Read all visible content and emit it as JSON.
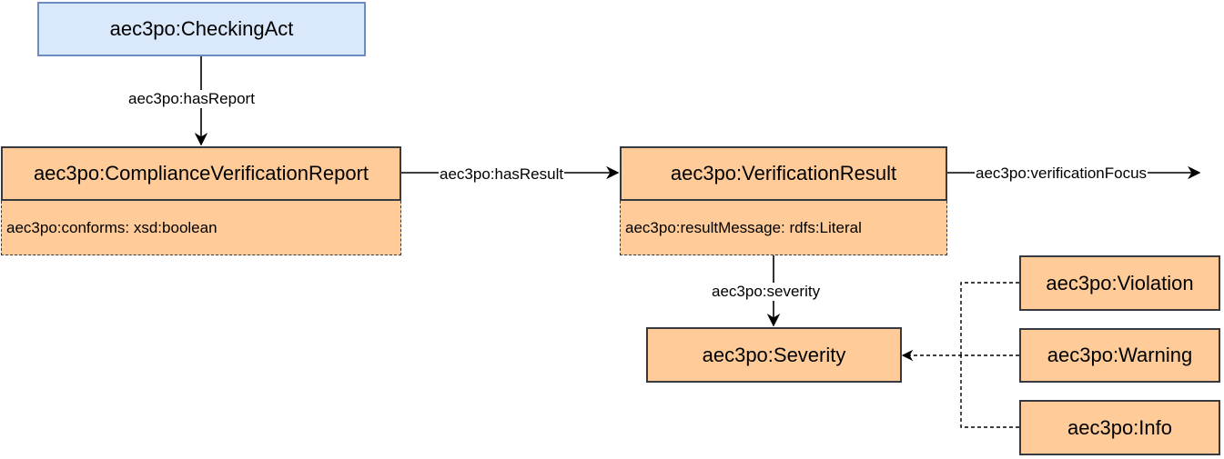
{
  "nodes": {
    "checking_act": "aec3po:CheckingAct",
    "report": "aec3po:ComplianceVerificationReport",
    "report_attr": "aec3po:conforms: xsd:boolean",
    "result": "aec3po:VerificationResult",
    "result_attr": "aec3po:resultMessage: rdfs:Literal",
    "severity": "aec3po:Severity",
    "violation": "aec3po:Violation",
    "warning": "aec3po:Warning",
    "info": "aec3po:Info"
  },
  "edges": {
    "has_report": "aec3po:hasReport",
    "has_result": "aec3po:hasResult",
    "verification_focus": "aec3po:verificationFocus",
    "severity": "aec3po:severity"
  },
  "colors": {
    "blue_fill": "#dae8fc",
    "blue_stroke": "#6c8ebf",
    "orange_fill": "#ffcc99",
    "dark_stroke": "#36393d"
  }
}
